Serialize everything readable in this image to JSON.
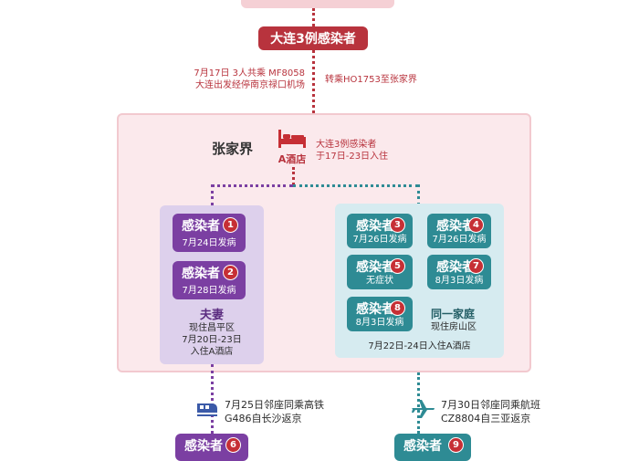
{
  "top": {
    "title": "大连3例感染者",
    "left_note_line1": "7月17日 3人共乘 MF8058",
    "left_note_line2": "大连出发经停南京禄口机场",
    "right_note": "转乘HO1753至张家界"
  },
  "zhangjiajie": {
    "city": "张家界",
    "hotel_label": "A酒店",
    "note_line1": "大连3例感染者",
    "note_line2": "于17日-23日入住"
  },
  "left_group": {
    "cases": [
      {
        "title": "感染者",
        "num": "1",
        "date": "7月24日发病"
      },
      {
        "title": "感染者",
        "num": "2",
        "date": "7月28日发病"
      }
    ],
    "relation": "夫妻",
    "residence": "现住昌平区",
    "stay_line1": "7月20日-23日",
    "stay_line2": "入住A酒店"
  },
  "right_group": {
    "cases": [
      {
        "title": "感染者",
        "num": "3",
        "date": "7月26日发病"
      },
      {
        "title": "感染者",
        "num": "4",
        "date": "7月26日发病"
      },
      {
        "title": "感染者",
        "num": "5",
        "date": "无症状"
      },
      {
        "title": "感染者",
        "num": "7",
        "date": "8月3日发病"
      },
      {
        "title": "感染者",
        "num": "8",
        "date": "8月3日发病"
      }
    ],
    "relation": "同一家庭",
    "residence": "现住房山区",
    "stay": "7月22日-24日入住A酒店"
  },
  "train": {
    "icon": "train-icon",
    "line1": "7月25日邻座同乘高铁",
    "line2": "G486自长沙返京"
  },
  "flight": {
    "icon": "airplane-icon",
    "line1": "7月30日邻座同乘航班",
    "line2": "CZ8804自三亚返京"
  },
  "bottom": {
    "left_title": "感染者",
    "left_num": "6",
    "right_title": "感染者",
    "right_num": "9"
  },
  "colors": {
    "red": "#b8333d",
    "purple": "#7b3fa2",
    "teal": "#2e8b94",
    "pink_bg": "#fbe9ec"
  }
}
